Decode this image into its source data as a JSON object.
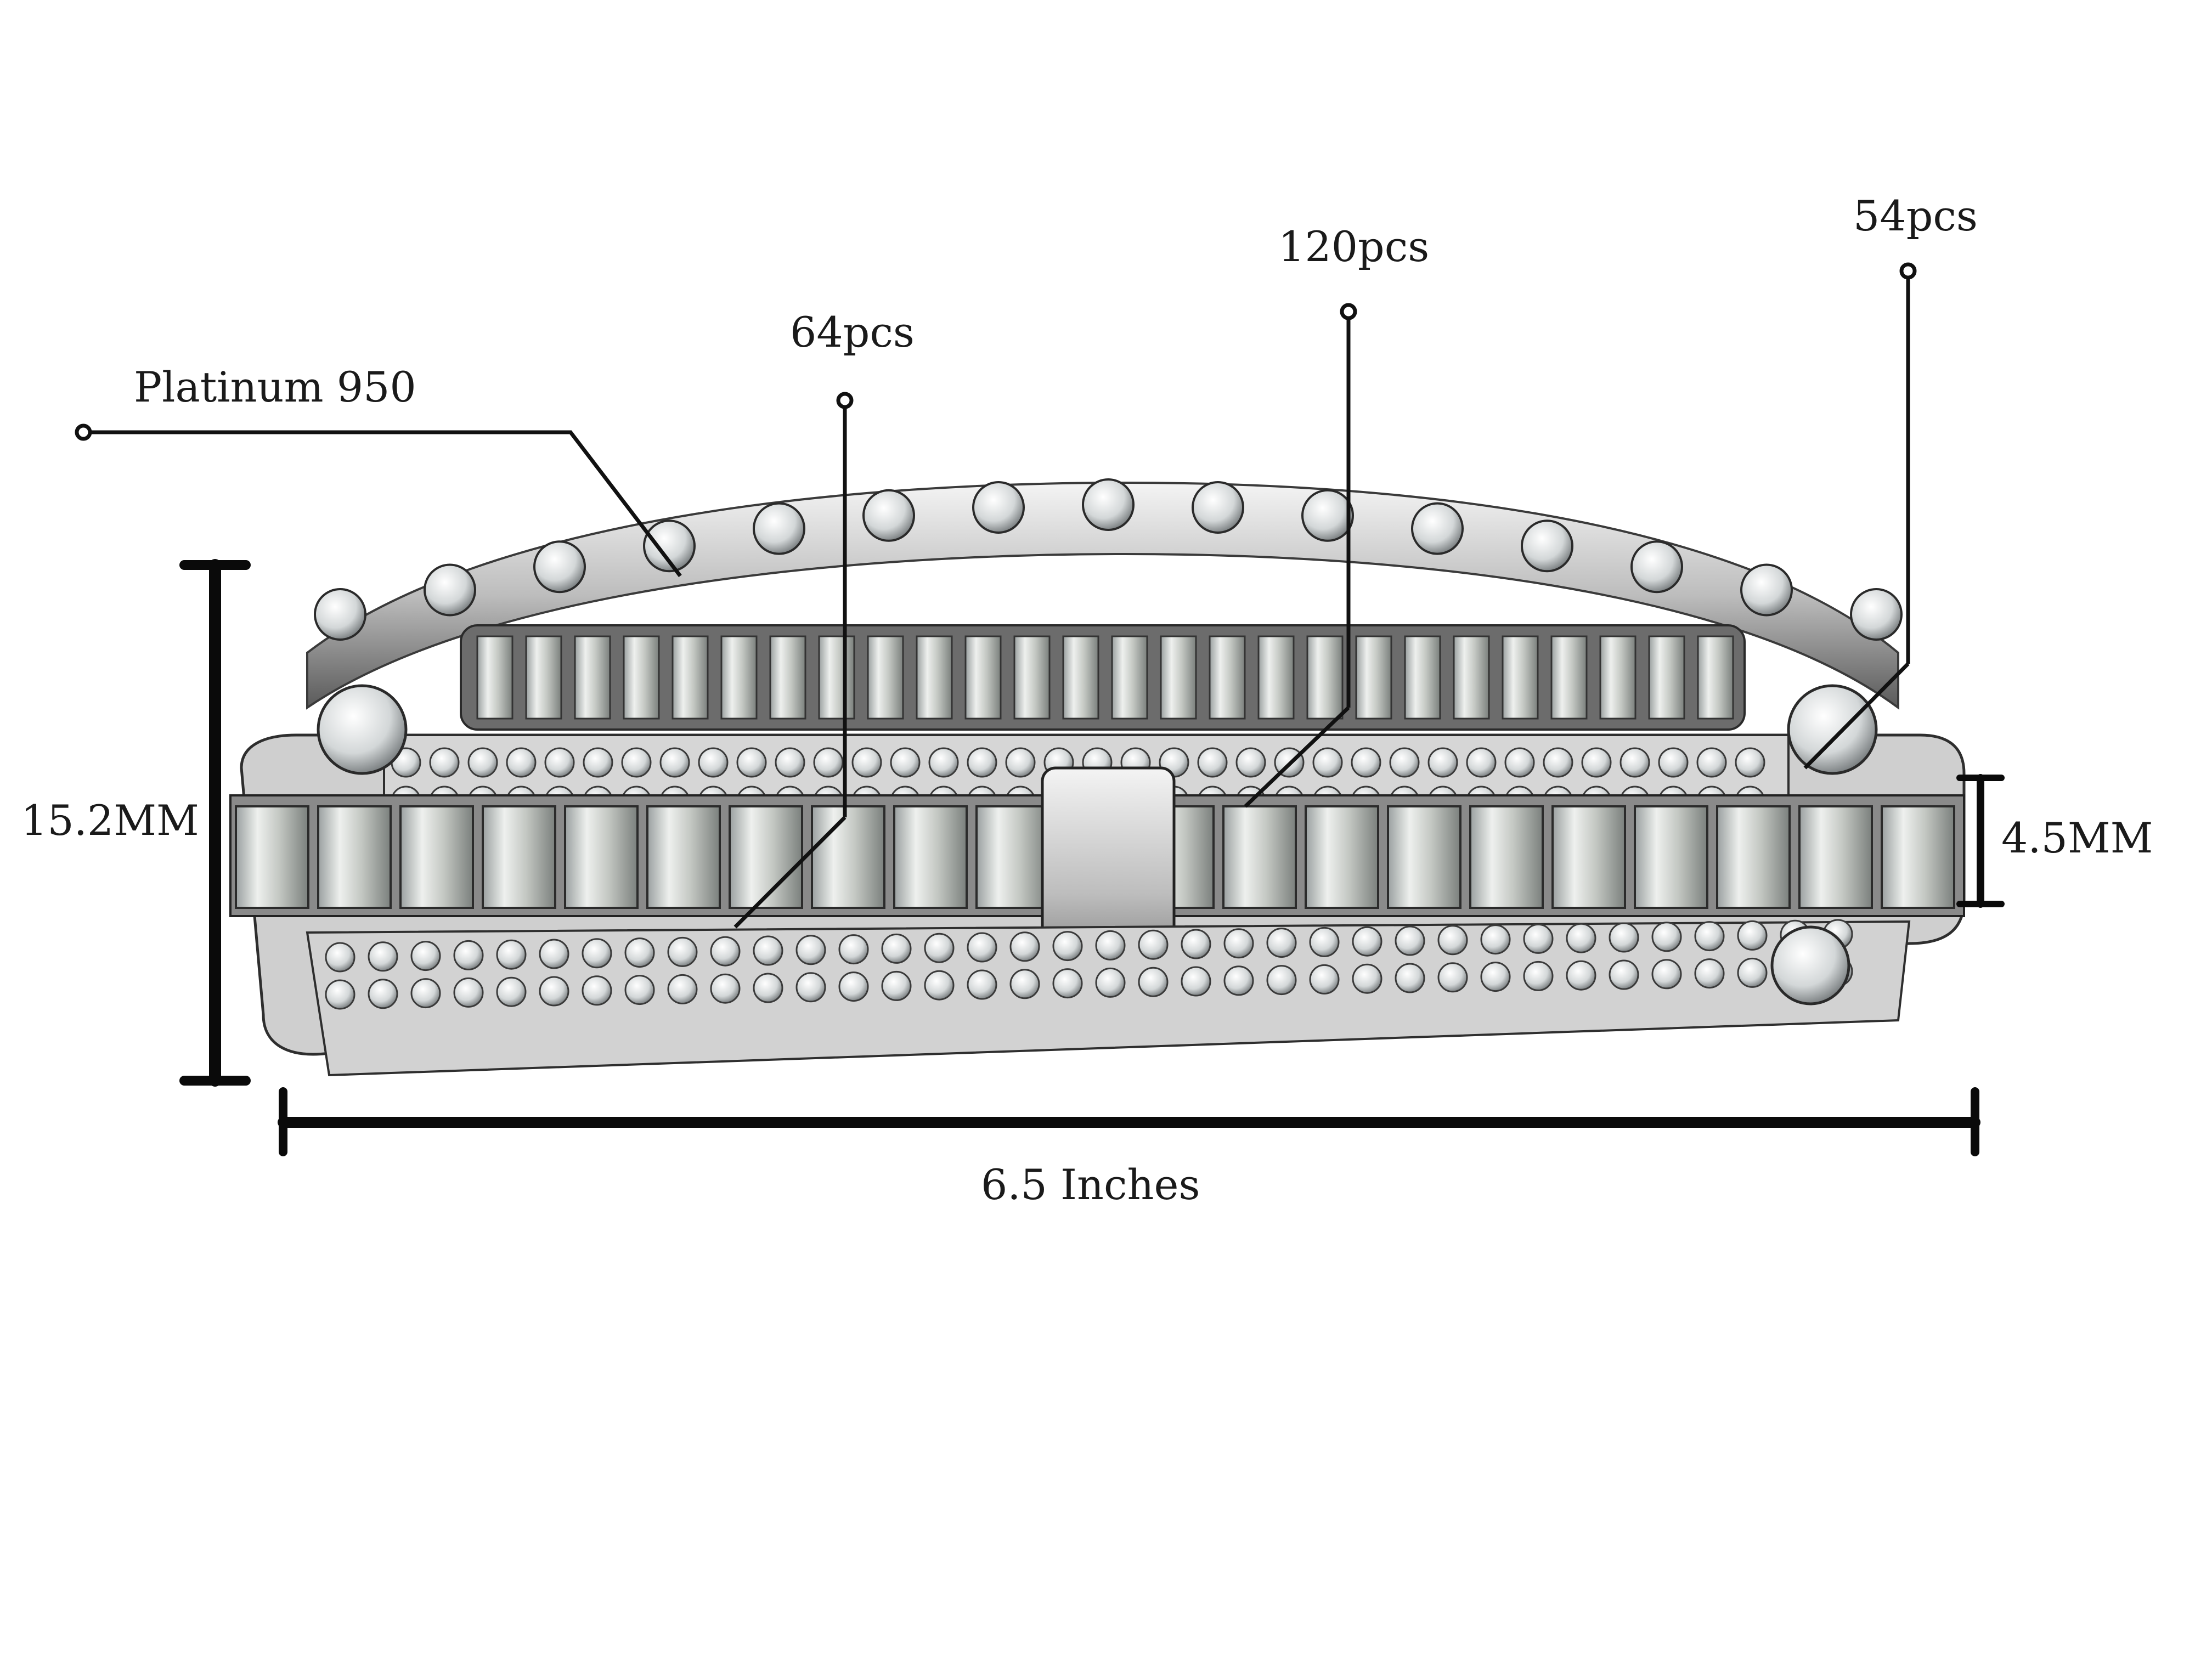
{
  "colors": {
    "background": "#ffffff",
    "line": "#111111",
    "metal": "#d9d9d9",
    "metal_shadow": "#4a4a4a",
    "stone": "#eef1f2",
    "label_text": "#1a1a1a"
  },
  "callouts": {
    "material": "Platinum 950",
    "baguette_count": "64pcs",
    "pave_count": "120pcs",
    "round_count": "54pcs"
  },
  "dimensions": {
    "height": "15.2MM",
    "band_width": "4.5MM",
    "length": "6.5 Inches"
  },
  "product": {
    "icon": "diamond-bracelet-icon"
  }
}
